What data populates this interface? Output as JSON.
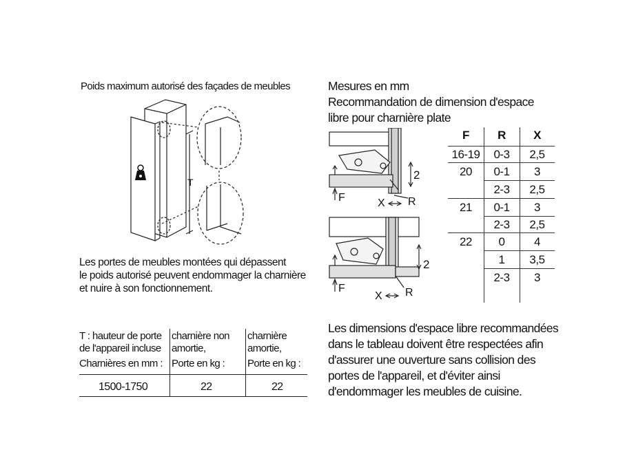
{
  "left": {
    "heading": "Poids maximum autorisé des façades de meubles",
    "paragraph": [
      "Les portes de meubles montées qui dépassent",
      "le poids autorisé peuvent endommager la charnière",
      "et nuire à son fonctionnement."
    ],
    "figure_label_T": "T"
  },
  "weight_table": {
    "col1": [
      "T : hauteur de porte",
      "de l'appareil incluse",
      "Charnières en mm :"
    ],
    "col2": [
      "charnière non",
      "amortie,",
      "Porte en kg :"
    ],
    "col3": [
      "charnière",
      "amortie,",
      "Porte en kg :"
    ],
    "row": [
      "1500-1750",
      "22",
      "22"
    ]
  },
  "right": {
    "heading": [
      "Mesures en mm",
      "Recommandation de dimension d'espace",
      "libre pour charnière plate"
    ],
    "paragraph": [
      "Les dimensions d'espace libre recommandées",
      "dans le tableau doivent être respectées afin",
      "d'assurer une ouverture sans collision des",
      "portes de l'appareil, et d'éviter ainsi",
      "d'endommager les meubles de cuisine."
    ],
    "diagram_labels": {
      "F": "F",
      "X": "X",
      "R": "R",
      "two": "2"
    }
  },
  "frx_table": {
    "headers": [
      "F",
      "R",
      "X"
    ],
    "rows": [
      [
        "16-19",
        "0-3",
        "2,5"
      ],
      [
        "20",
        "0-1",
        "3"
      ],
      [
        "",
        "2-3",
        "2,5"
      ],
      [
        "21",
        "0-1",
        "3"
      ],
      [
        "",
        "2-3",
        "2,5"
      ],
      [
        "22",
        "0",
        "4"
      ],
      [
        "",
        "1",
        "3,5"
      ],
      [
        "",
        "2-3",
        "3"
      ]
    ]
  }
}
